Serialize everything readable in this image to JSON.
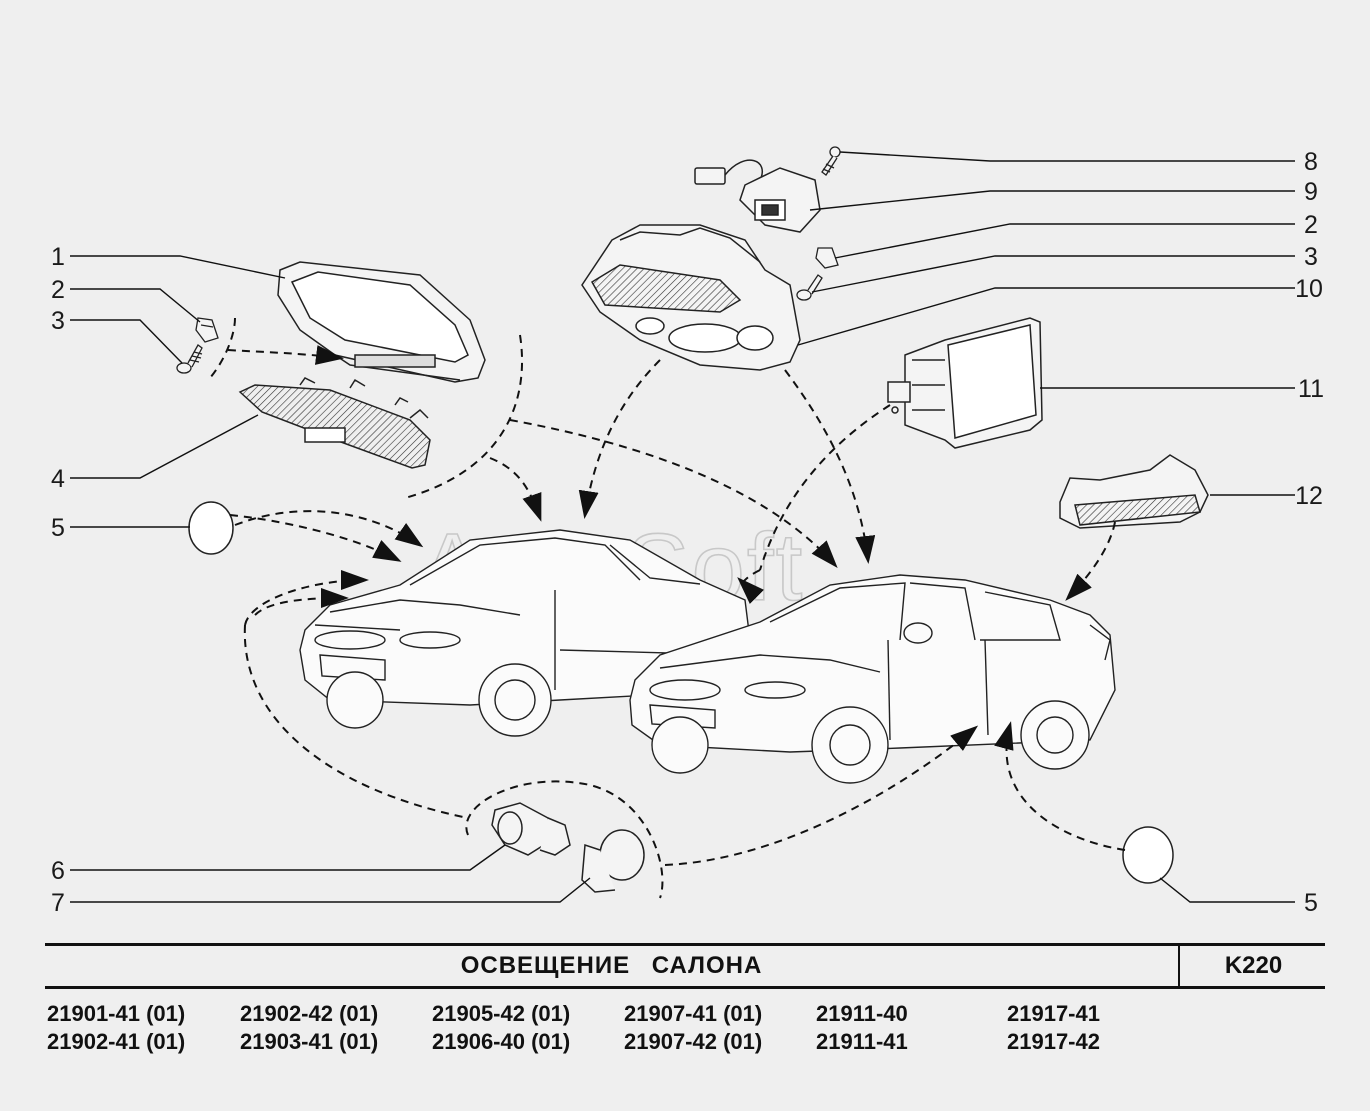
{
  "watermark": "AutoSoft",
  "callouts": {
    "c1": "1",
    "c2l": "2",
    "c3l": "3",
    "c4": "4",
    "c5l": "5",
    "c6": "6",
    "c7": "7",
    "c8": "8",
    "c9": "9",
    "c2r": "2",
    "c3r": "3",
    "c10": "10",
    "c11": "11",
    "c12": "12",
    "c5r": "5"
  },
  "title": "ОСВЕЩЕНИЕ   САЛОНА",
  "code": "K220",
  "models": [
    [
      "21901-41 (01)",
      "21902-41 (01)"
    ],
    [
      "21902-42 (01)",
      "21903-41 (01)"
    ],
    [
      "21905-42 (01)",
      "21906-40 (01)"
    ],
    [
      "21907-41 (01)",
      "21907-42 (01)"
    ],
    [
      "21911-40",
      "21911-41"
    ],
    [
      "21917-41",
      "21917-42"
    ]
  ]
}
